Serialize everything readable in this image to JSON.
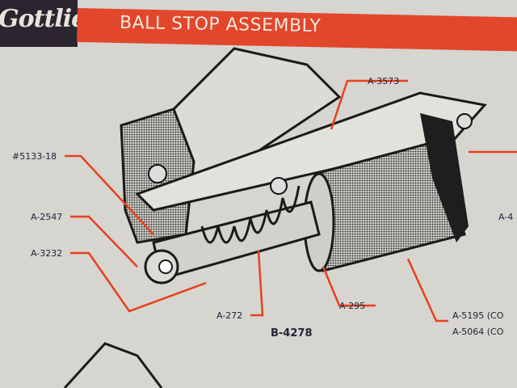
{
  "header": {
    "brand": "Gottlieb",
    "title": "BALL STOP ASSEMBLY"
  },
  "diagram": {
    "assembly_number": "B-4278",
    "parts": [
      {
        "label": "A-3573"
      },
      {
        "label": "#5133-18"
      },
      {
        "label": "A-2547"
      },
      {
        "label": "A-3232"
      },
      {
        "label": "A-272"
      },
      {
        "label": "A-295"
      },
      {
        "label": "A-5195 (CO"
      },
      {
        "label": "A-5064 (CO"
      },
      {
        "label": "A-4"
      }
    ]
  },
  "colors": {
    "banner": "#e2462b",
    "leader": "#e8401f",
    "ink": "#23223a",
    "paper": "#d6d5cf"
  }
}
